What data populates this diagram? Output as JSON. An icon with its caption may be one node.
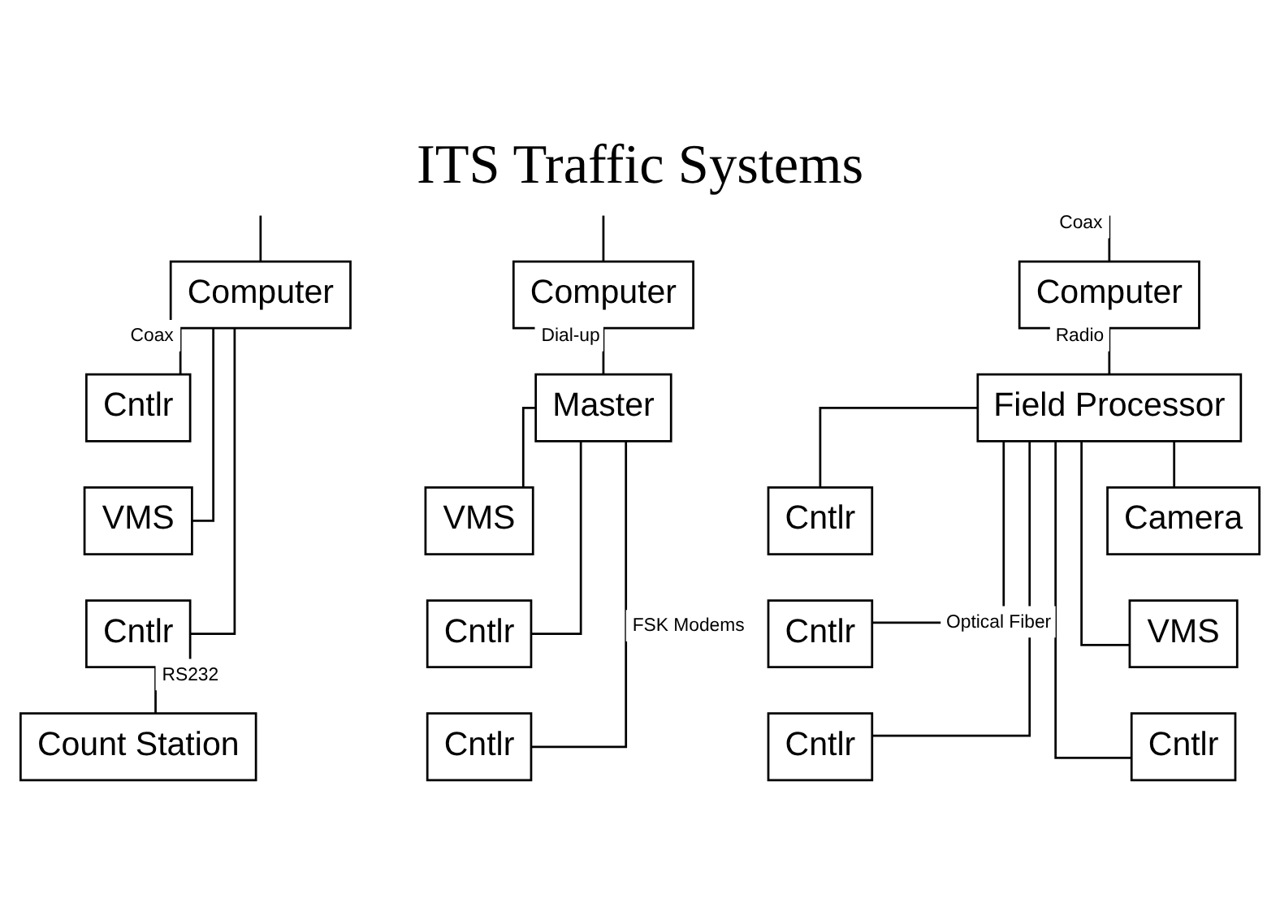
{
  "diagram": {
    "title": "ITS Traffic Systems",
    "nodes": [
      {
        "text": [
          "Computer"
        ]
      },
      {
        "text": [
          "Computer"
        ]
      },
      {
        "text": [
          "Computer"
        ]
      },
      {
        "text": [
          "Cntlr"
        ]
      },
      {
        "text": [
          "VMS"
        ]
      },
      {
        "text": [
          "Cntlr"
        ]
      },
      {
        "text": [
          "Count Station"
        ]
      },
      {
        "text": [
          "Master"
        ]
      },
      {
        "text": [
          "VMS"
        ]
      },
      {
        "text": [
          "Cntlr"
        ]
      },
      {
        "text": [
          "Cntlr"
        ]
      },
      {
        "text": [
          "Field Processor"
        ]
      },
      {
        "text": [
          "Cntlr"
        ]
      },
      {
        "text": [
          "Cntlr"
        ]
      },
      {
        "text": [
          "Cntlr"
        ]
      },
      {
        "text": [
          "Camera"
        ]
      },
      {
        "text": [
          "VMS"
        ]
      },
      {
        "text": [
          "Cntlr"
        ]
      }
    ],
    "edges": [
      {
        "from": null,
        "to": 0,
        "arrow": "none"
      },
      {
        "from": null,
        "to": 1,
        "arrow": "none"
      },
      {
        "from": null,
        "to": 2,
        "arrow": "none",
        "label": "Coax"
      },
      {
        "from": 0,
        "to": 3,
        "arrow": "none",
        "label": "Coax"
      },
      {
        "from": 0,
        "to": 4,
        "arrow": "none"
      },
      {
        "from": 0,
        "to": 5,
        "arrow": "none"
      },
      {
        "from": 5,
        "to": 6,
        "arrow": "none",
        "label": "RS232"
      },
      {
        "from": 1,
        "to": 7,
        "arrow": "none",
        "label": "Dial-up"
      },
      {
        "from": 7,
        "to": 8,
        "arrow": "none"
      },
      {
        "from": 7,
        "to": 9,
        "arrow": "none"
      },
      {
        "from": 7,
        "to": 10,
        "arrow": "none",
        "label": "FSK Modems"
      },
      {
        "from": 2,
        "to": 11,
        "arrow": "none",
        "label": "Radio"
      },
      {
        "from": 11,
        "to": 12,
        "arrow": "none"
      },
      {
        "from": 11,
        "to": 13,
        "arrow": "none"
      },
      {
        "from": 11,
        "to": 14,
        "arrow": "none"
      },
      {
        "from": 11,
        "to": 15,
        "arrow": "none"
      },
      {
        "from": 11,
        "to": 16,
        "arrow": "none"
      },
      {
        "from": 11,
        "to": 17,
        "arrow": "none",
        "label": "Optical Fiber"
      }
    ]
  }
}
